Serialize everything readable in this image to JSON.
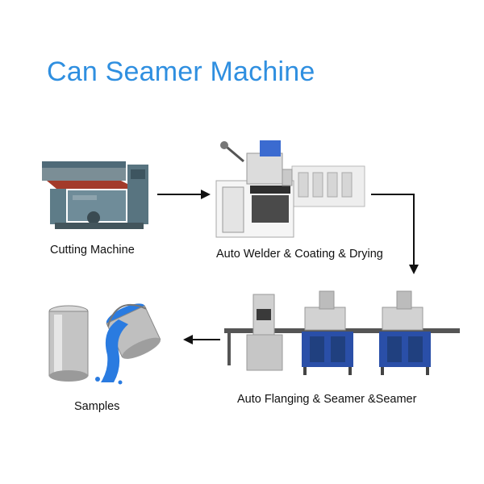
{
  "title": "Can Seamer Machine",
  "stages": [
    {
      "label": "Cutting Machine",
      "icon": "cutting-machine-image"
    },
    {
      "label": "Auto Welder & Coating & Drying",
      "icon": "welder-coating-line-image"
    },
    {
      "label": "Auto Flanging & Seamer &Seamer",
      "icon": "flanging-seamer-line-image"
    },
    {
      "label": "Samples",
      "icon": "paint-can-samples-image"
    }
  ],
  "colors": {
    "title": "#2f8fe0",
    "arrow": "#111111",
    "machine_blue": "#2a4fa8"
  }
}
